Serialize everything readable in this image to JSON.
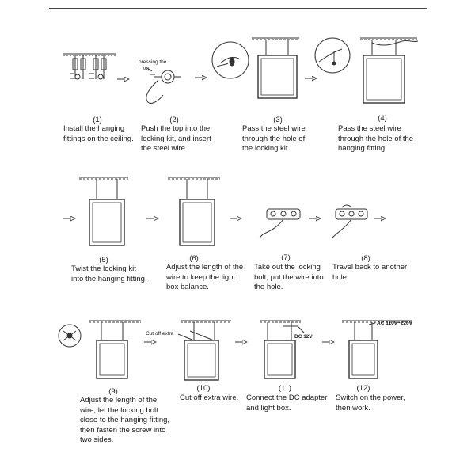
{
  "steps": [
    {
      "number": "(1)",
      "caption": "Install the hanging\nfittings on the ceiling."
    },
    {
      "number": "(2)",
      "caption": "Push the top into the\nlocking kit, and insert\nthe steel wire."
    },
    {
      "number": "(3)",
      "caption": "Pass the steel wire\nthrough the hole of\nthe locking kit."
    },
    {
      "number": "(4)",
      "caption": "Pass the steel wire\nthrough the hole of the\nhanging fitting."
    },
    {
      "number": "(5)",
      "caption": "Twist the locking kit\ninto the hanging fitting."
    },
    {
      "number": "(6)",
      "caption": "Adjust the length of the\nwire to keep the light\nbox balance."
    },
    {
      "number": "(7)",
      "caption": "Take out the locking\nbolt, put the wire into\nthe hole."
    },
    {
      "number": "(8)",
      "caption": "Travel back to another\nhole."
    },
    {
      "number": "(9)",
      "caption": "Adjust the length of the\nwire, let the locking bolt\nclose to the hanging fitting,\nthen fasten the screw into\ntwo sides."
    },
    {
      "number": "(10)",
      "caption": "Cut off extra wire."
    },
    {
      "number": "(11)",
      "caption": "Connect the DC adapter\nand light box."
    },
    {
      "number": "(12)",
      "caption": "Switch on the power,\nthen work."
    }
  ],
  "labels": {
    "pressing_top": "pressing the\ntop",
    "cut_off_extra": "Cut off extra",
    "dc_voltage": "DC 12V",
    "ac_voltage": "AC 110V~220V"
  }
}
